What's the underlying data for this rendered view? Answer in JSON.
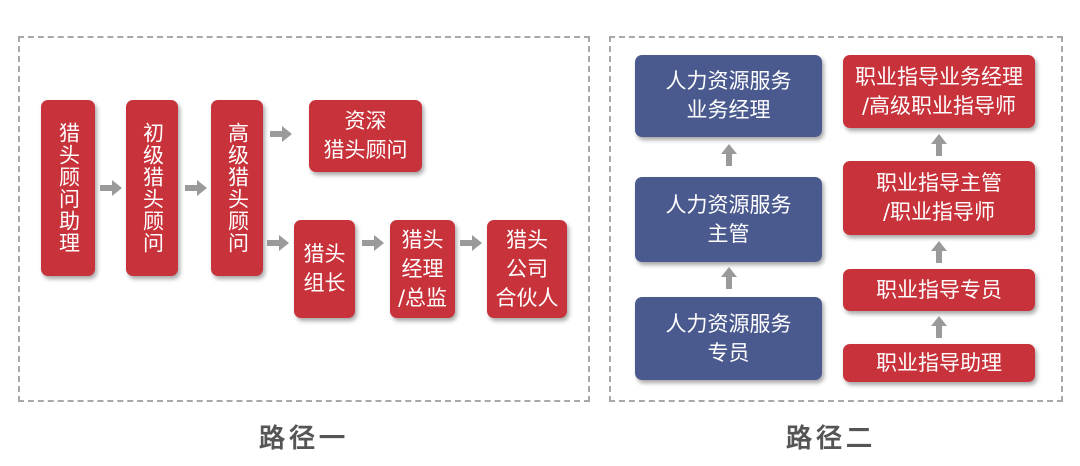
{
  "path1": {
    "caption": "路径一",
    "nodes": {
      "assistant": "猎头顾问助理",
      "junior": "初级猎头顾问",
      "senior": "高级猎头顾问",
      "expert": "资深\n猎头顾问",
      "team_lead": "猎头\n组长",
      "manager": "猎头\n经理\n/总监",
      "partner": "猎头\n公司\n合伙人"
    }
  },
  "path2": {
    "caption": "路径二",
    "left": {
      "top": "人力资源服务\n业务经理",
      "middle": "人力资源服务\n主管",
      "bottom": "人力资源服务\n专员"
    },
    "right": {
      "top": "职业指导业务经理\n/高级职业指导师",
      "upper": "职业指导主管\n/职业指导师",
      "lower": "职业指导专员",
      "bottom": "职业指导助理"
    }
  },
  "colors": {
    "red": "#c8323a",
    "navy": "#4a5a8f",
    "arrow": "#9a9a9a"
  }
}
